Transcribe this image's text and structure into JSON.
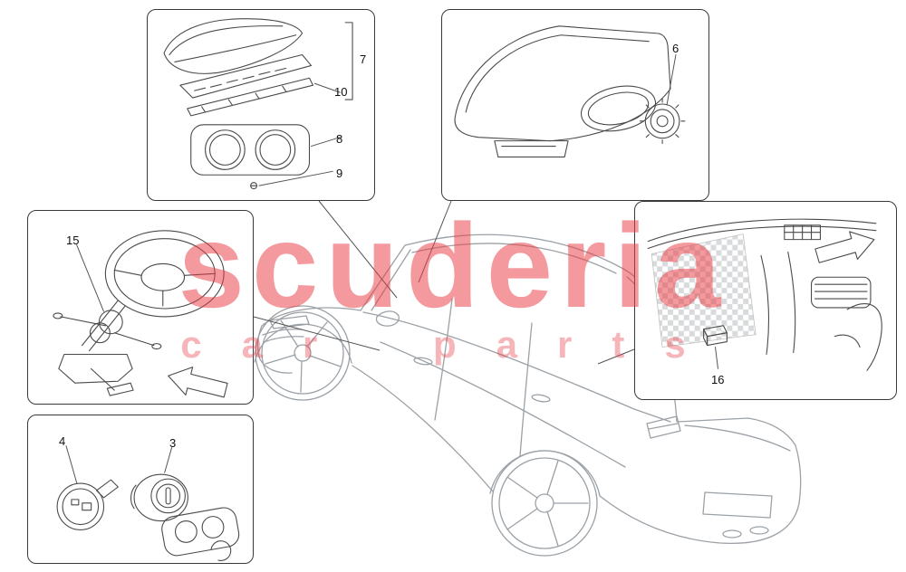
{
  "watermark": {
    "line1": "scuderia",
    "line2": "car parts",
    "color": "#ea3e46"
  },
  "callouts": {
    "c3": "3",
    "c4": "4",
    "c6": "6",
    "c7": "7",
    "c8": "8",
    "c9": "9",
    "c10": "10",
    "c15": "15",
    "c16": "16"
  },
  "icons": {
    "steering_panel_arrow": "arrow-down-left",
    "interior_panel_arrow": "arrow-up-right"
  }
}
